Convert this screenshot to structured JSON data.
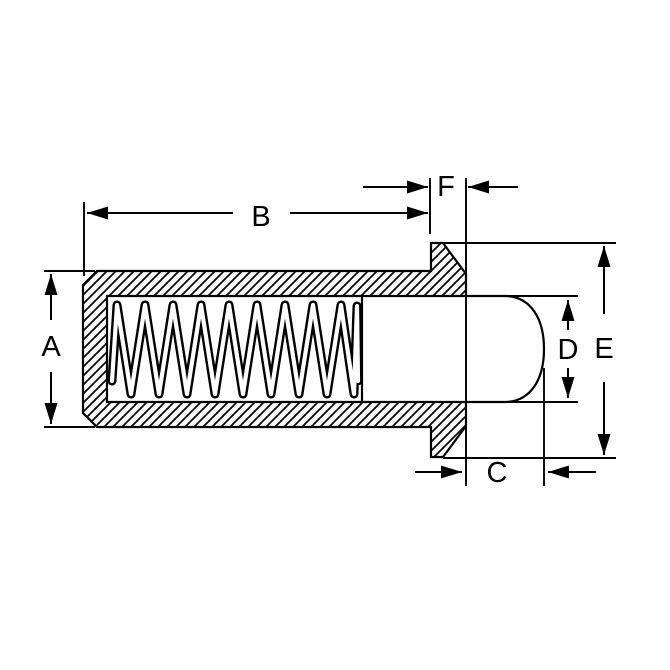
{
  "diagram": {
    "type": "technical-drawing-cross-section",
    "subject": "spring-plunger",
    "colors": {
      "background": "#ffffff",
      "line": "#000000"
    },
    "dimension_labels": {
      "A": "A",
      "B": "B",
      "C": "C",
      "D": "D",
      "E": "E",
      "F": "F"
    }
  }
}
